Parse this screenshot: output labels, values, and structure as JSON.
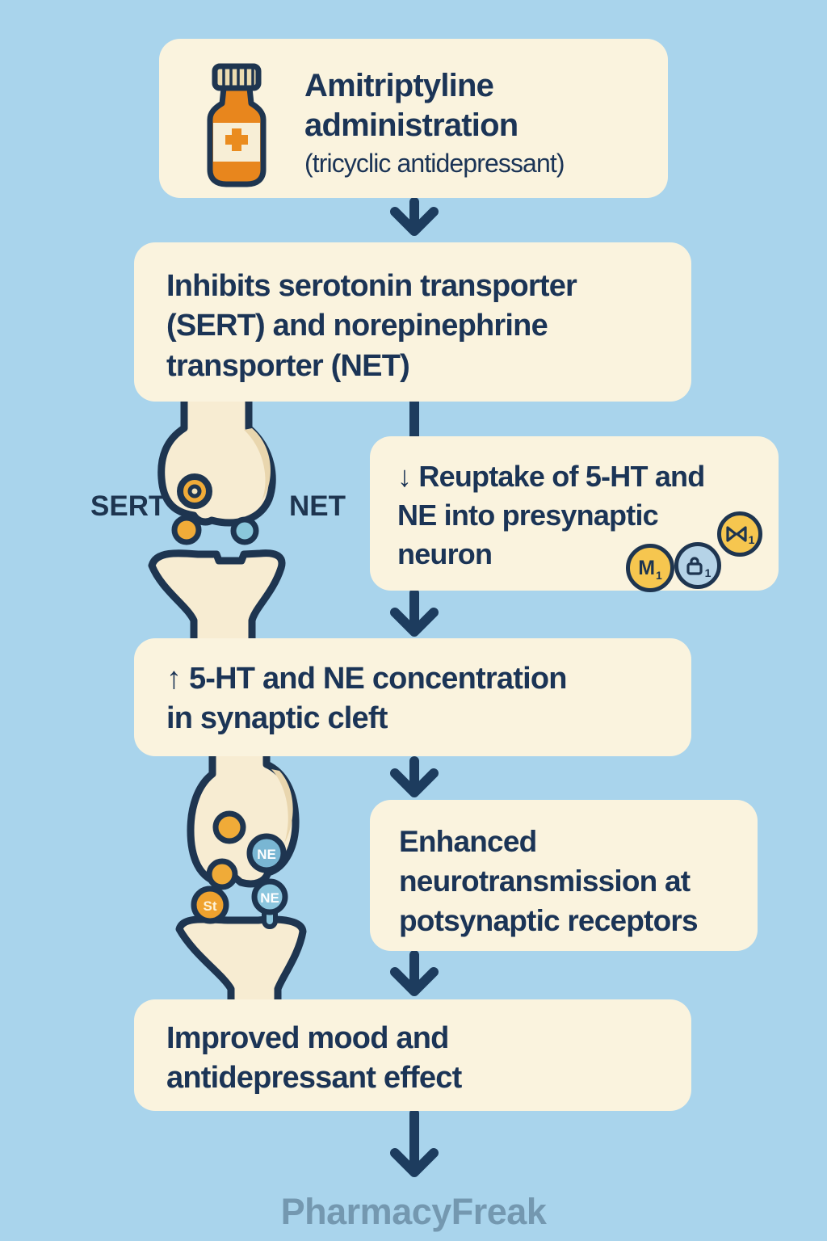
{
  "steps": {
    "administration": {
      "title_lines": [
        "Amitriptyline",
        "administration"
      ],
      "subtitle": "(tricyclic antidepressant)"
    },
    "inhibition": {
      "lines": [
        "Inhibits serotonin transporter",
        "(SERT) and norepinephrine",
        "transporter (NET)"
      ]
    },
    "reuptake": {
      "lines": [
        "↓ Reuptake of 5-HT and",
        "NE into presynaptic",
        "neuron"
      ]
    },
    "concentration": {
      "lines": [
        "↑ 5-HT and NE concentration",
        "in synaptic cleft"
      ]
    },
    "neurotransmission": {
      "lines": [
        "Enhanced",
        "neurotransmission at",
        "potsynaptic receptors"
      ]
    },
    "outcome": {
      "lines": [
        "Improved mood and",
        "antidepressant effect"
      ]
    }
  },
  "synapse": {
    "sert_label": "SERT",
    "net_label": "NET",
    "ne_vesicle_1": "NE",
    "st_vesicle": "St",
    "ne_vesicle_2": "NE"
  },
  "receptors": {
    "m1": {
      "letter": "M",
      "sub": "1"
    },
    "lock": {
      "sub": "1"
    },
    "bowtie": {
      "sub": "1"
    }
  },
  "watermark": "PharmacyFreak",
  "colors": {
    "background": "#a9d4ec",
    "panel": "#faf3de",
    "ink": "#1b3456",
    "outline": "#1e3550",
    "bottle_orange": "#e8861d",
    "amber_dot": "#f0ab38",
    "sky_dot": "#8ac7db",
    "ne_blue": "#79b6d3",
    "watermark": "#7498b0"
  }
}
